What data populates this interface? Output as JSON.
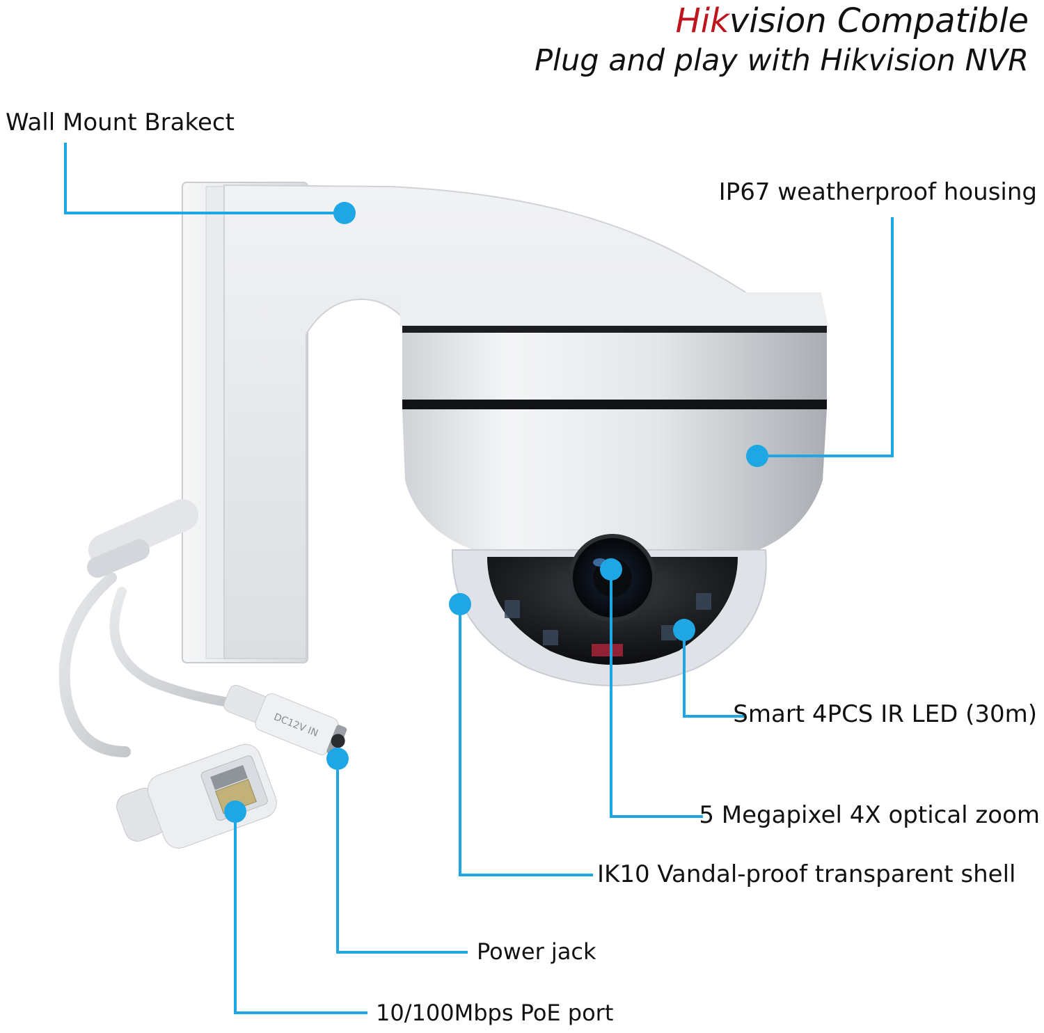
{
  "header": {
    "brand_highlight": "Hik",
    "title_rest": "vision Compatible",
    "subtitle": "Plug and play with Hikvision NVR"
  },
  "colors": {
    "accent": "#1ea7e4",
    "brand_red": "#c0141c",
    "text": "#111111"
  },
  "callouts": {
    "wall_mount": "Wall Mount Brakect",
    "housing": "IP67 weatherproof housing",
    "ir_led": "Smart 4PCS IR LED (30m)",
    "zoom": "5 Megapixel 4X optical zoom",
    "shell": "IK10 Vandal-proof transparent shell",
    "power": "Power jack",
    "poe": "10/100Mbps PoE port"
  },
  "product": {
    "jack_marking": "DC12V IN"
  }
}
